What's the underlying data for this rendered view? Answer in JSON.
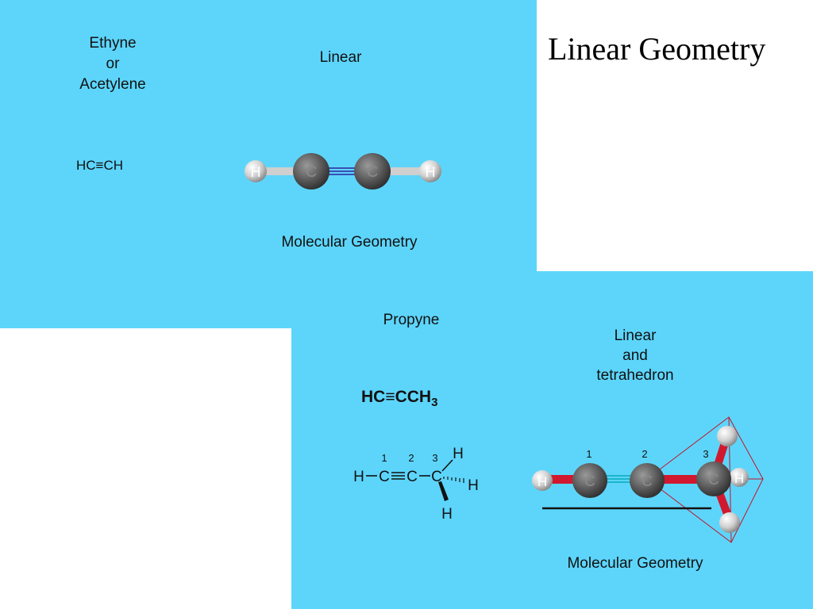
{
  "slide_title": "Linear Geometry",
  "ethyne": {
    "name_lines": [
      "Ethyne",
      "or",
      "Acetylene"
    ],
    "formula": "HC≡CH",
    "shape": "Linear",
    "caption": "Molecular Geometry",
    "atoms": [
      "H",
      "C",
      "C",
      "H"
    ]
  },
  "propyne": {
    "name": "Propyne",
    "formula_main": "HC≡CCH",
    "formula_sub": "3",
    "shape_lines": [
      "Linear",
      "and",
      "tetrahedron"
    ],
    "caption": "Molecular Geometry",
    "numbers": [
      "1",
      "2",
      "3"
    ],
    "structure_atoms": {
      "h_left": "H",
      "c1": "C",
      "c2": "C",
      "c3": "C",
      "h_top": "H",
      "h_right": "H",
      "h_bottom": "H"
    },
    "model_atoms": [
      "H",
      "C",
      "C",
      "C",
      "H"
    ]
  },
  "colors": {
    "panel_bg": "#5dd5fb",
    "carbon": "#5a5a5a",
    "hydrogen": "#d8d8d8",
    "single_bond_ethyne": "#cfcfcf",
    "triple_bond_ethyne": "#3b4fb4",
    "single_bond_propyne": "#d0192f",
    "triple_bond_propyne": "#1bb5c8",
    "tetrahedron": "#c0162a"
  }
}
